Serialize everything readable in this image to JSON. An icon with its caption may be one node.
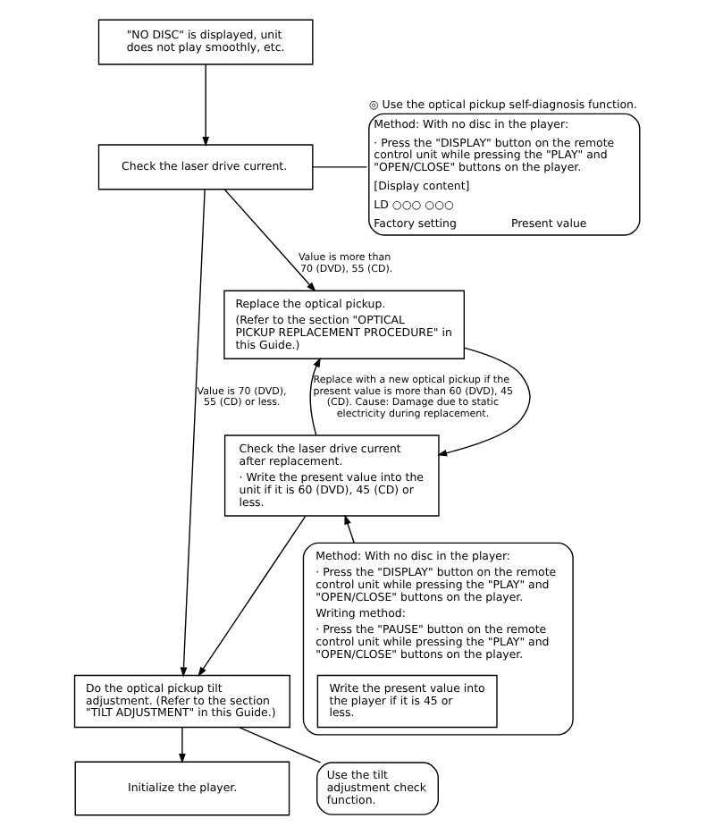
{
  "diagram": {
    "nodes": [
      {
        "text": [
          "\"NO DISC\" is displayed, unit does not play smoothly, etc."
        ]
      },
      {
        "text": [
          "Check the laser drive current."
        ]
      },
      {
        "text": [
          "◎ Use the optical pickup self-diagnosis function.",
          "Method: With no disc in the player:",
          "· Press the \"DISPLAY\" button on the remote control unit while pressing the \"PLAY\" and \"OPEN/CLOSE\" buttons on the player.",
          "[Display content]",
          "LD ○○○ ○○○",
          "Factory setting",
          "Present value"
        ]
      },
      {
        "text": [
          "Replace the optical pickup.",
          "(Refer to the section \"OPTICAL PICKUP REPLACEMENT PROCEDURE\" in this Guide.)"
        ]
      },
      {
        "text": [
          "Check the laser drive current after replacement.",
          "· Write the present value into the unit if it is 60 (DVD), 45 (CD) or less."
        ]
      },
      {
        "text": [
          "Method: With no disc in the player:",
          "· Press the \"DISPLAY\" button on the remote control unit while pressing the \"PLAY\" and \"OPEN/CLOSE\" buttons on the player.",
          "Writing method:",
          "· Press the \"PAUSE\" button on the remote control unit while pressing the \"PLAY\" and \"OPEN/CLOSE\" buttons on the player."
        ]
      },
      {
        "text": [
          "Write the present value into the player if it is 45 or less."
        ],
        "in": 5
      },
      {
        "text": [
          "Do the optical pickup tilt adjustment. (Refer to the section \"TILT ADJUSTMENT\" in this Guide.)"
        ]
      },
      {
        "text": [
          "Use the tilt adjustment check function."
        ]
      },
      {
        "text": [
          "Initialize the player."
        ]
      }
    ],
    "edges": [
      {
        "from": 0,
        "to": 1,
        "arrow": "to"
      },
      {
        "from": 1,
        "to": 7,
        "arrow": "to",
        "label": "Value is 70 (DVD), 55 (CD) or less."
      },
      {
        "from": 1,
        "to": 3,
        "arrow": "to",
        "label": "Value is more than 70 (DVD), 55 (CD)."
      },
      {
        "from": 2,
        "to": 1,
        "arrow": "none"
      },
      {
        "from": 3,
        "to": 4,
        "arrow": "to"
      },
      {
        "from": 4,
        "to": 3,
        "arrow": "to",
        "label": "Replace with a new optical pickup if the present value is more than 60 (DVD), 45 (CD). Cause: Damage due to static electricity during replacement."
      },
      {
        "from": 4,
        "to": 7,
        "arrow": "to"
      },
      {
        "from": 5,
        "to": 4,
        "arrow": "to"
      },
      {
        "from": 7,
        "to": 9,
        "arrow": "to"
      },
      {
        "from": 8,
        "to": 7,
        "arrow": "none"
      }
    ]
  }
}
